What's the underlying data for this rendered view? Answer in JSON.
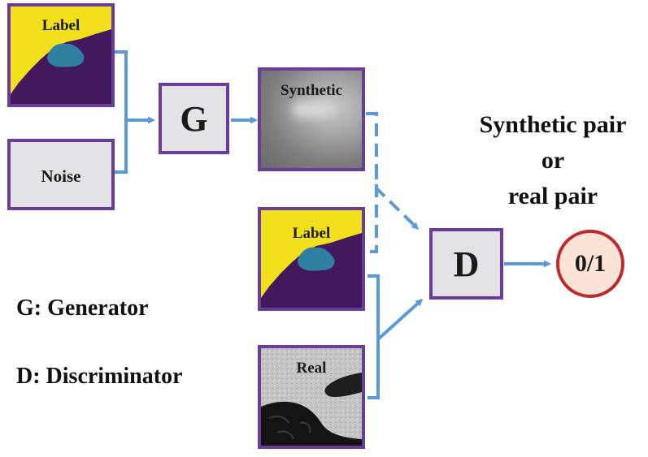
{
  "nodes": {
    "label_top": "Label",
    "noise": "Noise",
    "generator": "G",
    "synthetic": "Synthetic",
    "label_bottom": "Label",
    "real": "Real",
    "discriminator": "D",
    "output": "0/1"
  },
  "annotation": {
    "line1": "Synthetic pair",
    "line2": "or",
    "line3": "real pair"
  },
  "legend": {
    "g": "G: Generator",
    "d": "D: Discriminator"
  },
  "colors": {
    "box_border": "#6a3d9a",
    "arrow": "#5b9bd5",
    "label_yellow": "#f2e01c",
    "label_purple": "#43195e",
    "label_blob": "#2e7fa0",
    "output_fill": "#fbe4d5",
    "output_border": "#c0272d"
  }
}
